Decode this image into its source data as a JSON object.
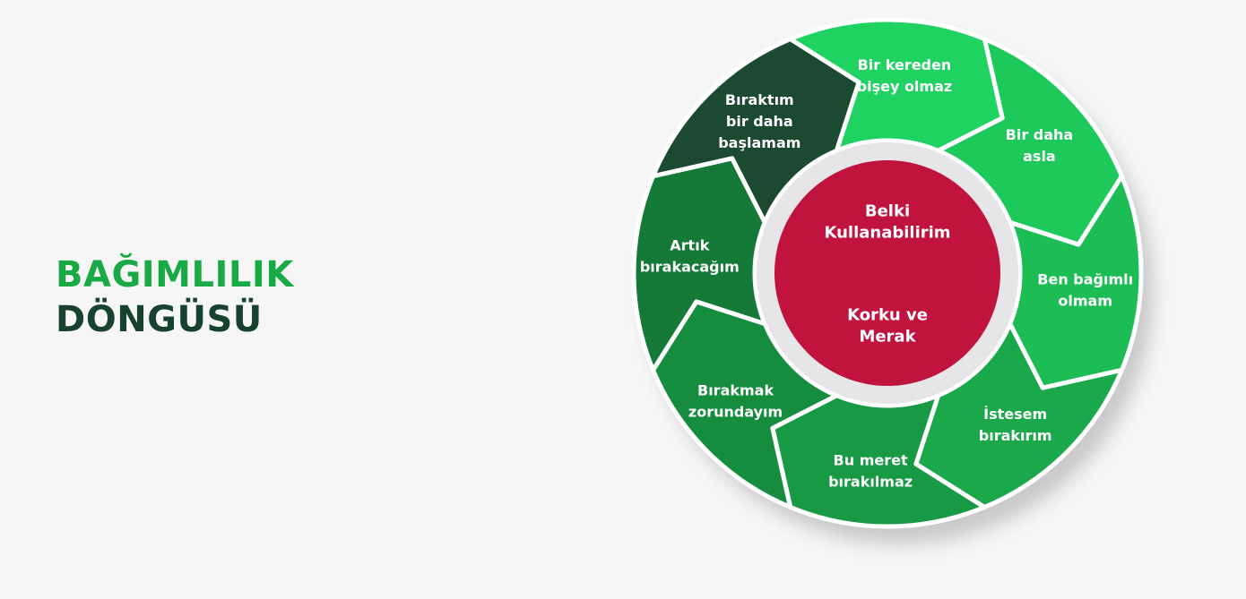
{
  "title": {
    "line1": "BAĞIMLILIK",
    "line2": "DÖNGÜSÜ"
  },
  "center": {
    "top_lines": [
      "Belki",
      "Kullanabilirim"
    ],
    "bottom_lines": [
      "Korku ve",
      "Merak"
    ],
    "color": "#c0143f"
  },
  "segments": [
    {
      "lines": [
        "Bir daha",
        "asla"
      ],
      "color": "#1ec95c"
    },
    {
      "lines": [
        "Ben bağımlı",
        "olmam"
      ],
      "color": "#1dbd55"
    },
    {
      "lines": [
        "İstesem",
        "bırakırım"
      ],
      "color": "#1aa84a"
    },
    {
      "lines": [
        "Bu meret",
        "bırakılmaz"
      ],
      "color": "#189a44"
    },
    {
      "lines": [
        "Bırakmak",
        "zorundayım"
      ],
      "color": "#168d3e"
    },
    {
      "lines": [
        "Artık",
        "bırakacağım"
      ],
      "color": "#157a38"
    },
    {
      "lines": [
        "Bıraktım",
        "bir daha",
        "başlamam"
      ],
      "color": "#1b4a30"
    },
    {
      "lines": [
        "Bir kereden",
        "bişey olmaz"
      ],
      "color": "#1fd262"
    }
  ],
  "colors": {
    "title_green": "#1aaa45",
    "title_dark": "#17422f",
    "inner_ring": "#e6e6e8",
    "background": "#f6f6f7"
  }
}
